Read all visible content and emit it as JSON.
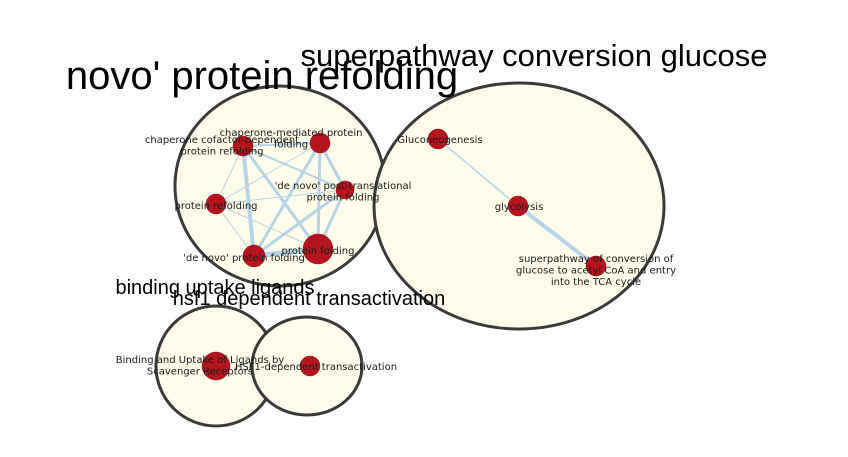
{
  "clusters": [
    {
      "id": "c1",
      "title": "novo' protein refolding"
    },
    {
      "id": "c2",
      "title": "superpathway conversion glucose"
    },
    {
      "id": "c3",
      "title": "binding uptake ligands"
    },
    {
      "id": "c4",
      "title": "hsf1 dependent transactivation"
    }
  ],
  "nodes": [
    {
      "id": "n1",
      "cluster": "c1",
      "label": "chaperone cofactor-dependent protein refolding"
    },
    {
      "id": "n2",
      "cluster": "c1",
      "label": "chaperone-mediated protein folding"
    },
    {
      "id": "n3",
      "cluster": "c1",
      "label": "protein refolding"
    },
    {
      "id": "n4",
      "cluster": "c1",
      "label": "'de novo' post-translational protein folding"
    },
    {
      "id": "n5",
      "cluster": "c1",
      "label": "'de novo' protein folding"
    },
    {
      "id": "n6",
      "cluster": "c1",
      "label": "protein folding"
    },
    {
      "id": "n7",
      "cluster": "c2",
      "label": "Gluconeogenesis"
    },
    {
      "id": "n8",
      "cluster": "c2",
      "label": "glycolysis"
    },
    {
      "id": "n9",
      "cluster": "c2",
      "label": "superpathway of conversion of glucose to acetyl CoA and entry into the TCA cycle"
    },
    {
      "id": "n10",
      "cluster": "c3",
      "label": "Binding and Uptake of Ligands by Scavenger Receptors"
    },
    {
      "id": "n11",
      "cluster": "c4",
      "label": "HSF1-dependent transactivation"
    }
  ],
  "edges": [
    {
      "source": "n1",
      "target": "n2"
    },
    {
      "source": "n1",
      "target": "n3"
    },
    {
      "source": "n1",
      "target": "n4"
    },
    {
      "source": "n1",
      "target": "n5"
    },
    {
      "source": "n1",
      "target": "n6"
    },
    {
      "source": "n2",
      "target": "n3"
    },
    {
      "source": "n2",
      "target": "n4"
    },
    {
      "source": "n2",
      "target": "n5"
    },
    {
      "source": "n2",
      "target": "n6"
    },
    {
      "source": "n3",
      "target": "n4"
    },
    {
      "source": "n3",
      "target": "n5"
    },
    {
      "source": "n3",
      "target": "n6"
    },
    {
      "source": "n4",
      "target": "n5"
    },
    {
      "source": "n4",
      "target": "n6"
    },
    {
      "source": "n5",
      "target": "n6"
    },
    {
      "source": "n7",
      "target": "n8"
    },
    {
      "source": "n8",
      "target": "n9"
    }
  ],
  "colors": {
    "node_fill": "#b5141e",
    "edge": "#b7d3e6",
    "cluster_fill": "#fefdec",
    "cluster_stroke": "#3a3a3a"
  }
}
